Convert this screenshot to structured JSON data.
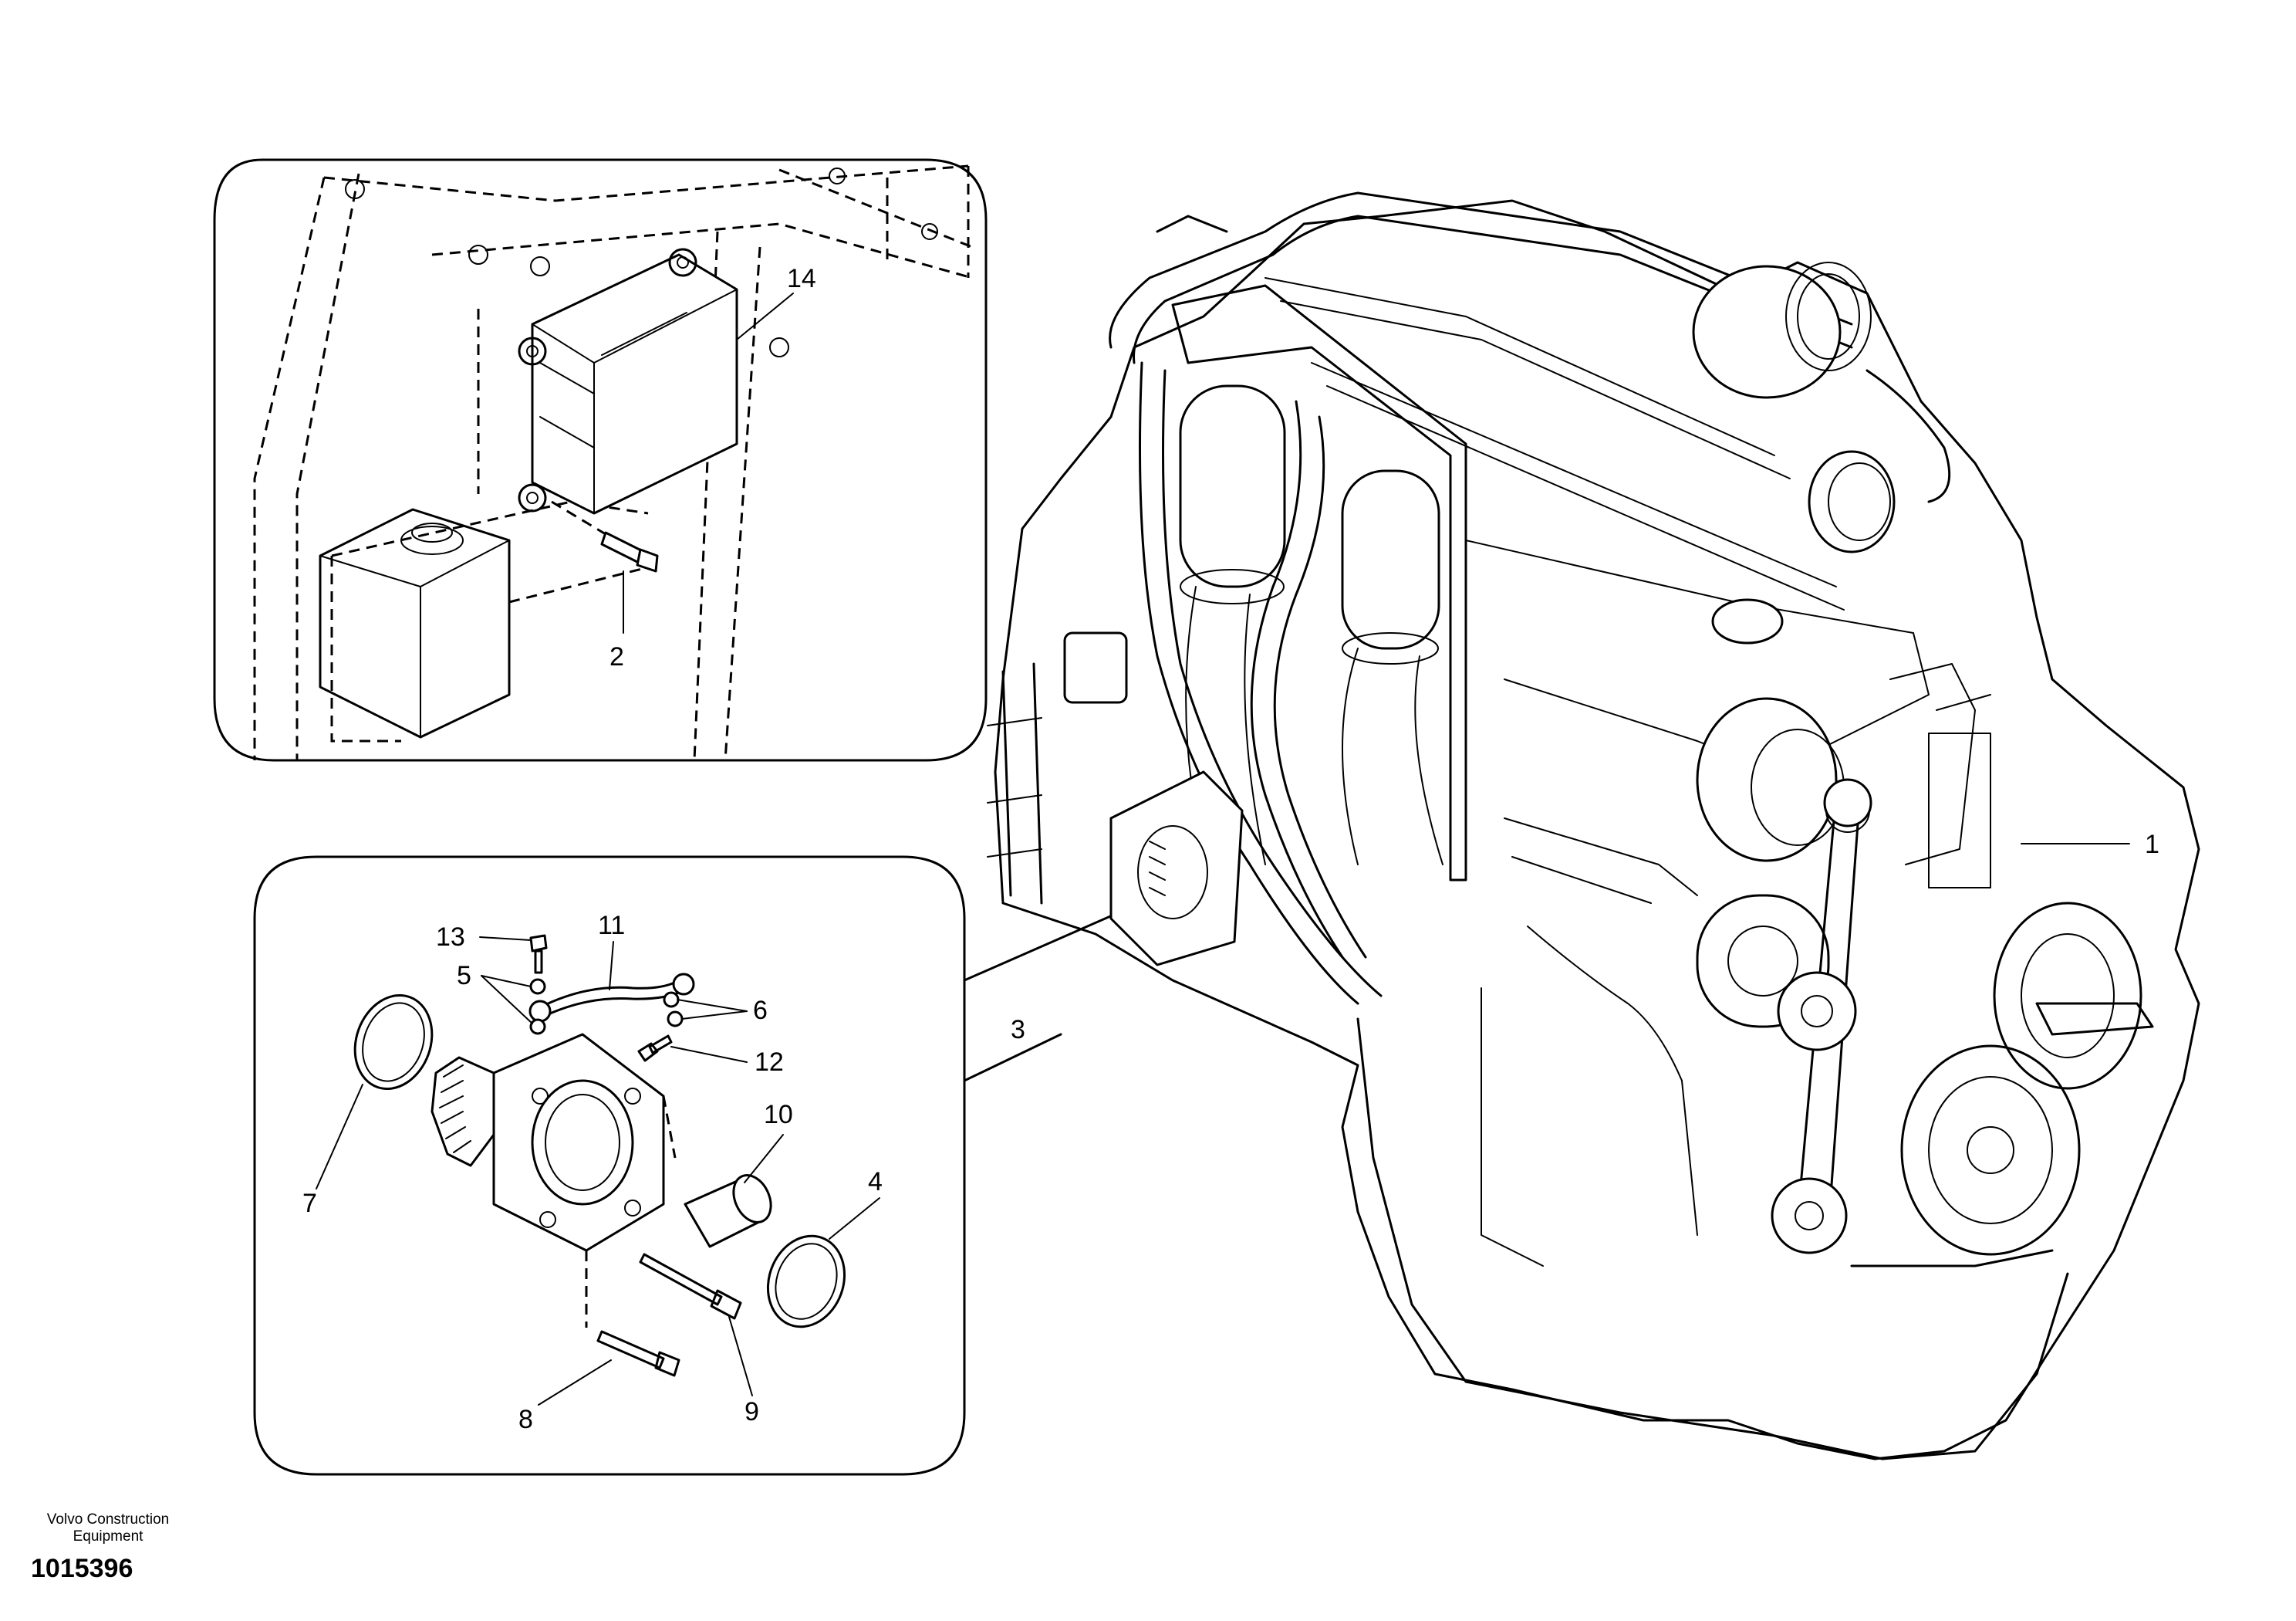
{
  "brand_line1": "Volvo Construction",
  "brand_line2": "Equipment",
  "document_number": "1015396",
  "callouts": {
    "c1": "1",
    "c2": "2",
    "c3": "3",
    "c4": "4",
    "c5": "5",
    "c6": "6",
    "c7": "7",
    "c8": "8",
    "c9": "9",
    "c10": "10",
    "c11": "11",
    "c12": "12",
    "c13": "13",
    "c14": "14"
  }
}
